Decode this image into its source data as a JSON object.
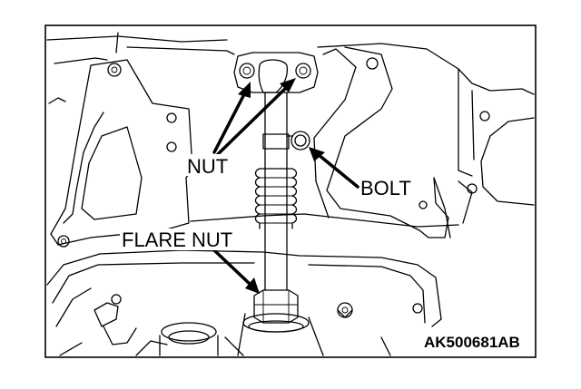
{
  "diagram": {
    "labels": {
      "nut": "NUT",
      "bolt": "BOLT",
      "flare_nut": "FLARE NUT"
    },
    "figure_id": "AK500681AB"
  }
}
